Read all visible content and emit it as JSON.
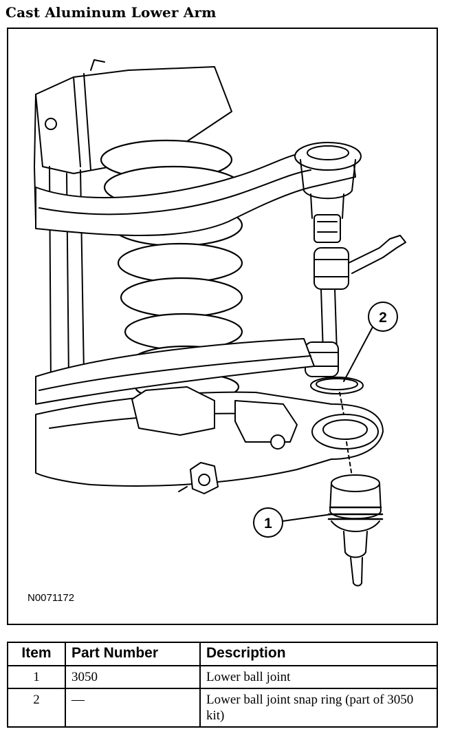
{
  "title": "Cast Aluminum Lower Arm",
  "figure": {
    "id": "N0071172",
    "callouts": [
      "1",
      "2"
    ]
  },
  "table": {
    "headers": [
      "Item",
      "Part Number",
      "Description"
    ],
    "rows": [
      {
        "item": "1",
        "part_number": "3050",
        "description": "Lower ball joint"
      },
      {
        "item": "2",
        "part_number": "—",
        "description": "Lower ball joint snap ring (part of 3050 kit)"
      }
    ]
  }
}
